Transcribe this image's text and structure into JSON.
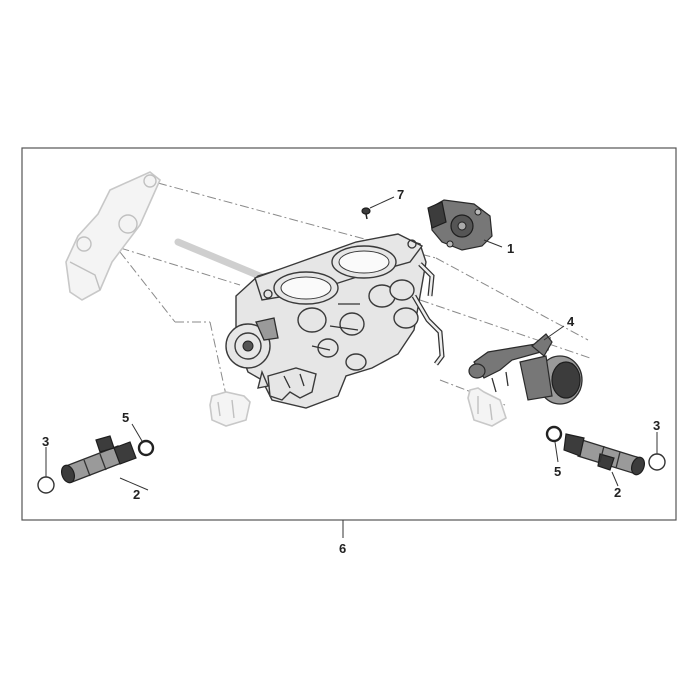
{
  "callouts": {
    "c1": "1",
    "c2_left": "2",
    "c2_right": "2",
    "c3_left": "3",
    "c3_right": "3",
    "c4": "4",
    "c5_left": "5",
    "c5_right": "5",
    "c6": "6",
    "c7": "7"
  }
}
